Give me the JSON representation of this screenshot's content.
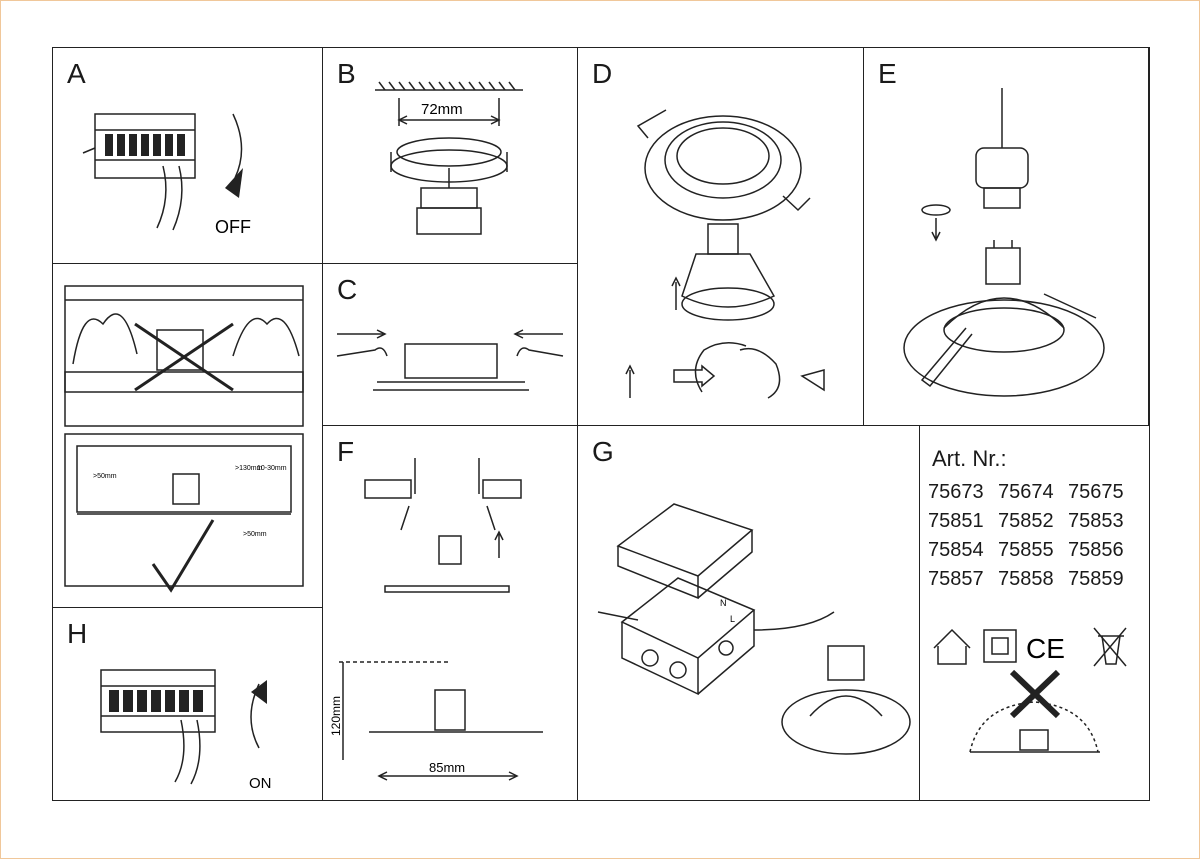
{
  "panels": {
    "a": {
      "label": "A",
      "text": "OFF"
    },
    "b": {
      "label": "B",
      "dimension": "72mm"
    },
    "c": {
      "label": "C"
    },
    "d": {
      "label": "D"
    },
    "e": {
      "label": "E"
    },
    "f": {
      "label": "F",
      "height": "120mm",
      "width": "85mm"
    },
    "g": {
      "label": "G",
      "terminal_n": "N",
      "terminal_l": "L"
    },
    "h": {
      "label": "H",
      "text": "ON"
    },
    "insulation": {
      "dim_side": ">50mm",
      "dim_top": ">130mm",
      "dim_depth": "10-30mm",
      "dim_bottom": ">50mm"
    }
  },
  "art": {
    "title": "Art. Nr.:",
    "numbers": [
      "75673",
      "75674",
      "75675",
      "75851",
      "75852",
      "75853",
      "75854",
      "75855",
      "75856",
      "75857",
      "75858",
      "75859"
    ],
    "ce": "CE"
  }
}
